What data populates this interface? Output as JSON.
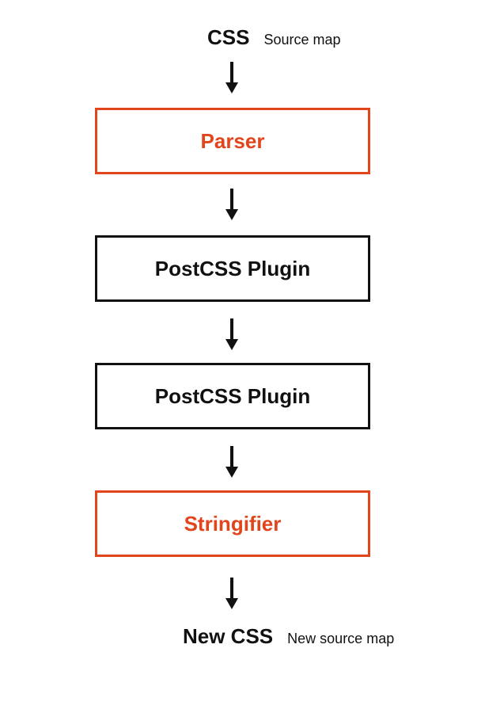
{
  "input": {
    "main": "CSS",
    "sub": "Source map"
  },
  "steps": [
    {
      "label": "Parser",
      "color": "#e2441c"
    },
    {
      "label": "PostCSS Plugin",
      "color": "#111111"
    },
    {
      "label": "PostCSS Plugin",
      "color": "#111111"
    },
    {
      "label": "Stringifier",
      "color": "#e2441c"
    }
  ],
  "output": {
    "main": "New CSS",
    "sub": "New source map"
  },
  "colors": {
    "accent": "#e2441c",
    "stroke": "#111111"
  }
}
